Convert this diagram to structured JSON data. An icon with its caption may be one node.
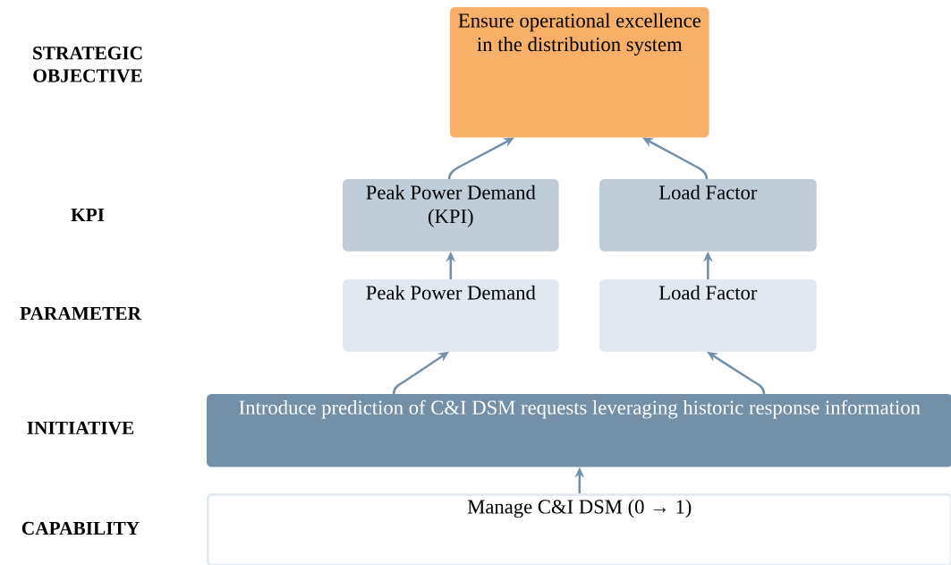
{
  "diagram": {
    "nodes": [
      {
        "text": [
          "Ensure operational excellence in the distribution system"
        ]
      },
      {
        "text": [
          "Peak Power Demand (KPI)"
        ]
      },
      {
        "text": [
          "Load Factor"
        ]
      },
      {
        "text": [
          "Peak Power Demand"
        ]
      },
      {
        "text": [
          "Load Factor"
        ]
      },
      {
        "text": [
          "Introduce prediction of C&I DSM requests leveraging historic response information"
        ]
      },
      {
        "text": [
          "Manage C&I DSM (0 → 1)"
        ]
      }
    ],
    "edges": [
      {
        "from": 1,
        "to": 0,
        "arrow": "to"
      },
      {
        "from": 2,
        "to": 0,
        "arrow": "to"
      },
      {
        "from": 3,
        "to": 1,
        "arrow": "to"
      },
      {
        "from": 4,
        "to": 2,
        "arrow": "to"
      },
      {
        "from": 5,
        "to": 3,
        "arrow": "to"
      },
      {
        "from": 5,
        "to": 4,
        "arrow": "to"
      },
      {
        "from": 6,
        "to": 5,
        "arrow": "to"
      }
    ],
    "labels": [
      "STRATEGIC OBJECTIVE",
      "KPI",
      "PARAMETER",
      "INITIATIVE",
      "CAPABILITY"
    ]
  }
}
